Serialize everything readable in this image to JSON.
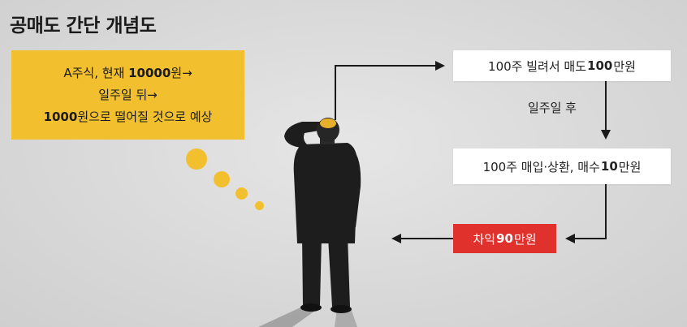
{
  "title": "공매도 간단 개념도",
  "scenario": {
    "line1_pre": "A주식, 현재 ",
    "line1_bold": "10000",
    "line1_post": "원→",
    "line2": "일주일 뒤→",
    "line3_bold": "1000",
    "line3_post": "원으로 떨어질 것으로 예상"
  },
  "steps": {
    "borrow_pre": "100주 빌려서 매도 ",
    "borrow_bold": "100",
    "borrow_post": "만원",
    "after_label": "일주일 후",
    "buyback_pre": "100주 매입·상환, 매수 ",
    "buyback_bold": "10",
    "buyback_post": "만원",
    "profit_pre": "차익 ",
    "profit_bold": "90",
    "profit_post": "만원"
  },
  "colors": {
    "yellow": "#f2c02e",
    "red": "#e0312c",
    "background": "#d9d9d9"
  }
}
